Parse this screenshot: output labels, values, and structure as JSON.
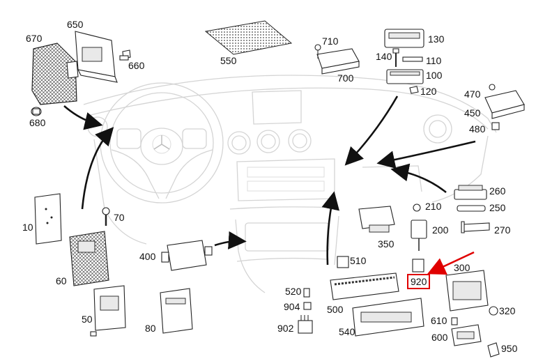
{
  "labels": {
    "l650": "650",
    "l670": "670",
    "l660": "660",
    "l680": "680",
    "l550": "550",
    "l710": "710",
    "l700": "700",
    "l130": "130",
    "l140": "140",
    "l110": "110",
    "l100": "100",
    "l120": "120",
    "l470": "470",
    "l450": "450",
    "l480": "480",
    "l10": "10",
    "l70": "70",
    "l60": "60",
    "l50": "50",
    "l400": "400",
    "l80": "80",
    "l260": "260",
    "l250": "250",
    "l270": "270",
    "l210": "210",
    "l200": "200",
    "l350": "350",
    "l510": "510",
    "l520": "520",
    "l904": "904",
    "l902": "902",
    "l500": "500",
    "l540": "540",
    "l920": "920",
    "l300": "300",
    "l320": "320",
    "l610": "610",
    "l600": "600",
    "l950": "950"
  },
  "highlight": {
    "part": "920",
    "color": "#e00000"
  }
}
